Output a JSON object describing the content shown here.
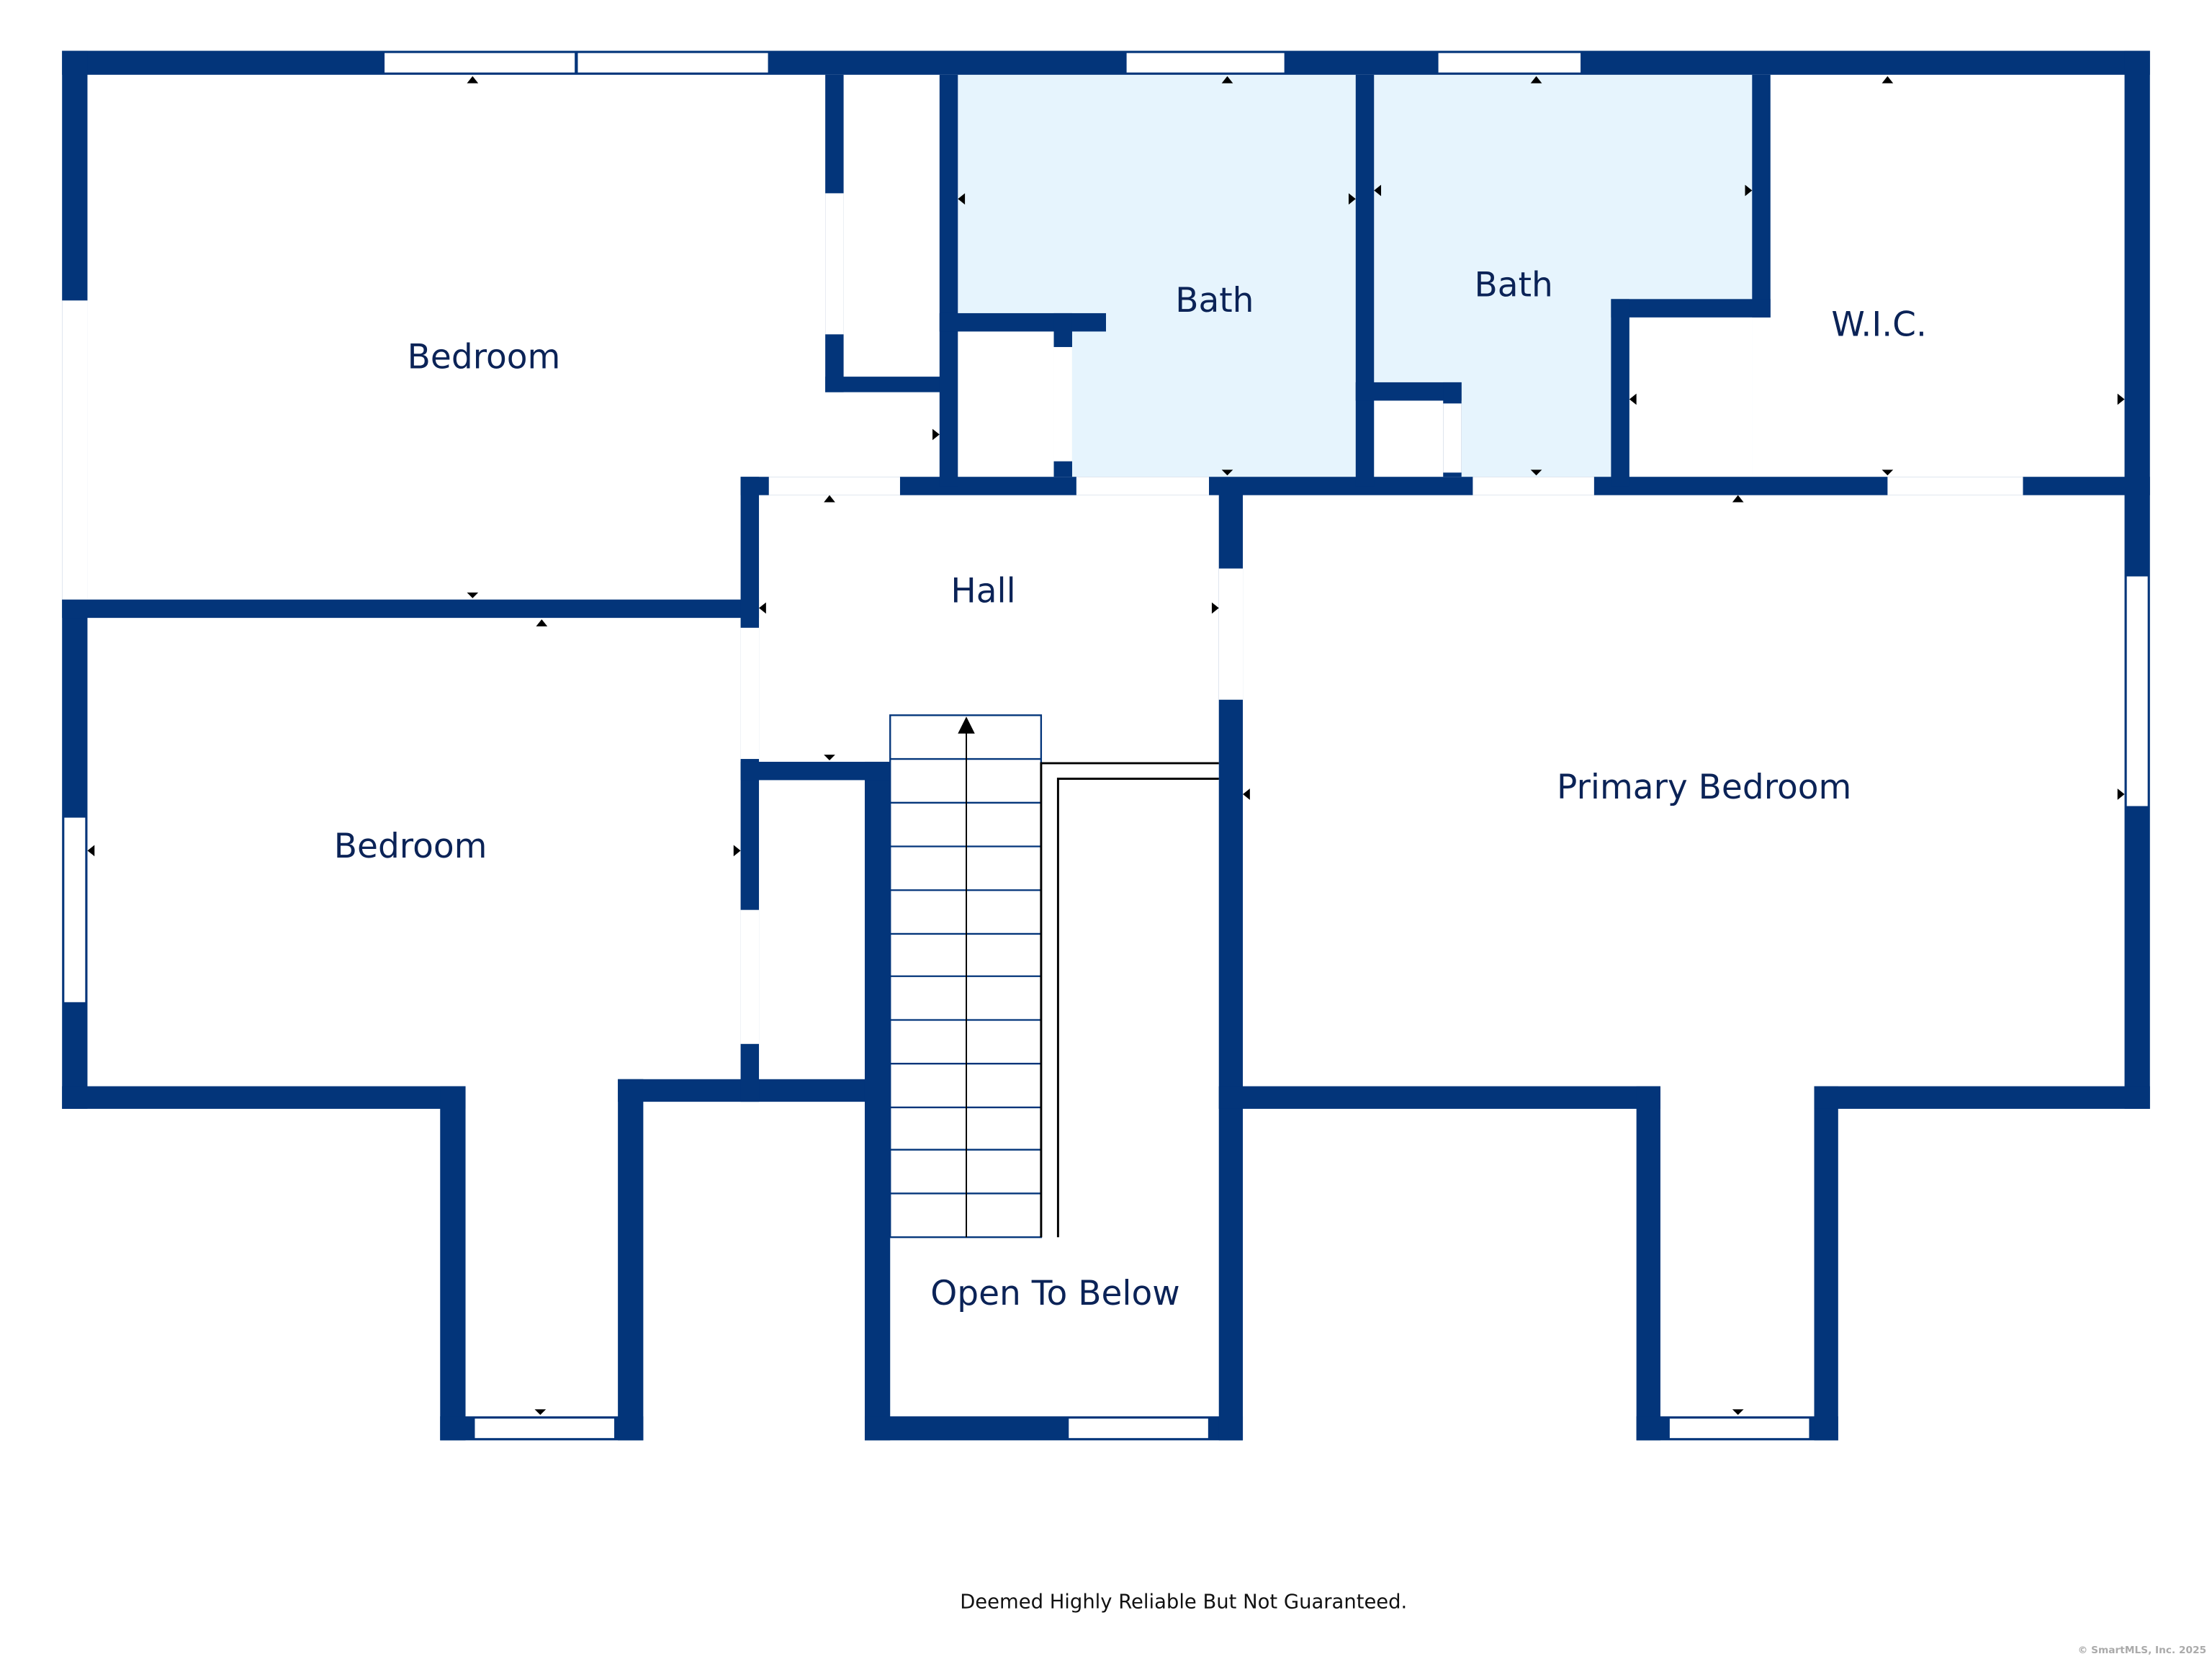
{
  "rooms": {
    "bedroom_1": "Bedroom",
    "bedroom_2": "Bedroom",
    "bath_1": "Bath",
    "bath_2": "Bath",
    "wic": "W.I.C.",
    "hall": "Hall",
    "primary_bedroom": "Primary Bedroom",
    "open_to_below": "Open To Below"
  },
  "footer": {
    "disclaimer": "Deemed Highly Reliable But Not Guaranteed.",
    "copyright": "© SmartMLS, Inc.  2025"
  },
  "colors": {
    "wall": "#03357a",
    "bath_fill": "#e6f4fd",
    "label": "#0b2357"
  }
}
